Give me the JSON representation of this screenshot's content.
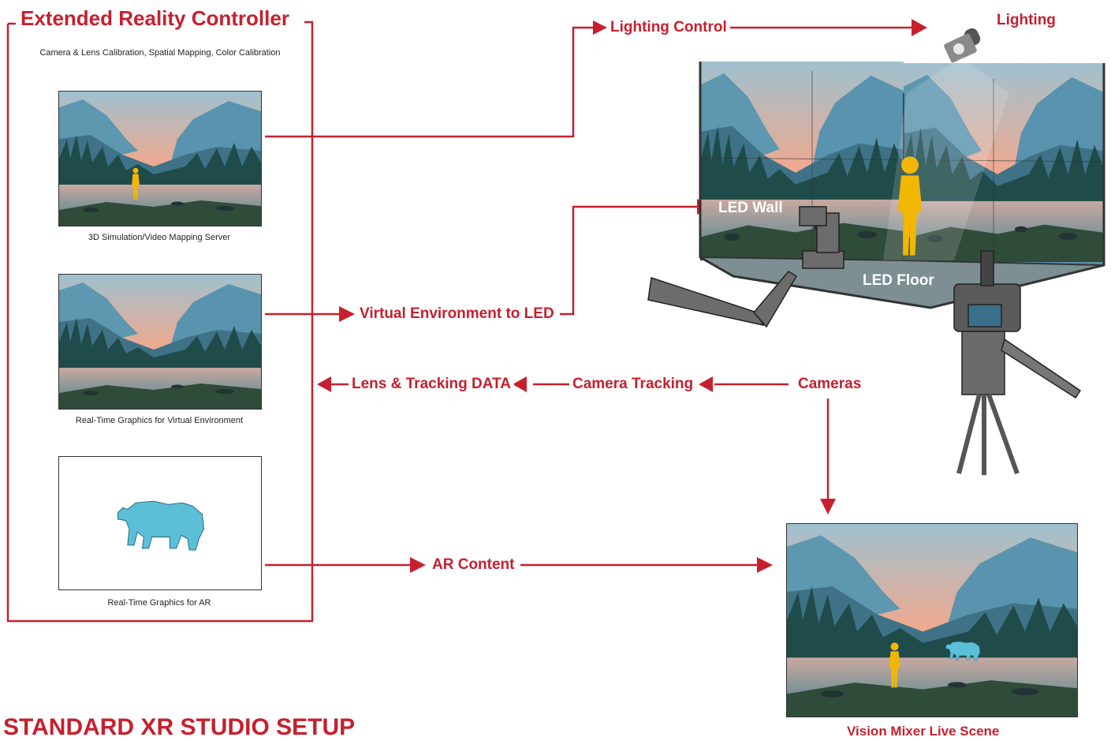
{
  "controller": {
    "title": "Extended Reality Controller",
    "subtitle": "Camera & Lens Calibration, Spatial Mapping, Color Calibration",
    "panels": [
      {
        "caption": "3D Simulation/Video Mapping Server"
      },
      {
        "caption": "Real-Time Graphics for Virtual Environment"
      },
      {
        "caption": "Real-Time Graphics for AR"
      }
    ]
  },
  "flows": {
    "lighting_control": "Lighting Control",
    "lighting": "Lighting",
    "virtual_env": "Virtual Environment to LED",
    "lens_tracking": "Lens & Tracking DATA",
    "camera_tracking": "Camera Tracking",
    "cameras": "Cameras",
    "ar_content": "AR Content"
  },
  "stage": {
    "led_wall": "LED Wall",
    "led_floor": "LED Floor"
  },
  "output": {
    "caption": "Vision Mixer Live Scene"
  },
  "footer": {
    "title": "STANDARD XR STUDIO SETUP"
  },
  "colors": {
    "accent": "#c6202e",
    "sky": "#e9a38e",
    "mountain": "#4f8aa4",
    "forest": "#1f4b4a",
    "person": "#f2b705",
    "bear": "#5bbfd8"
  }
}
